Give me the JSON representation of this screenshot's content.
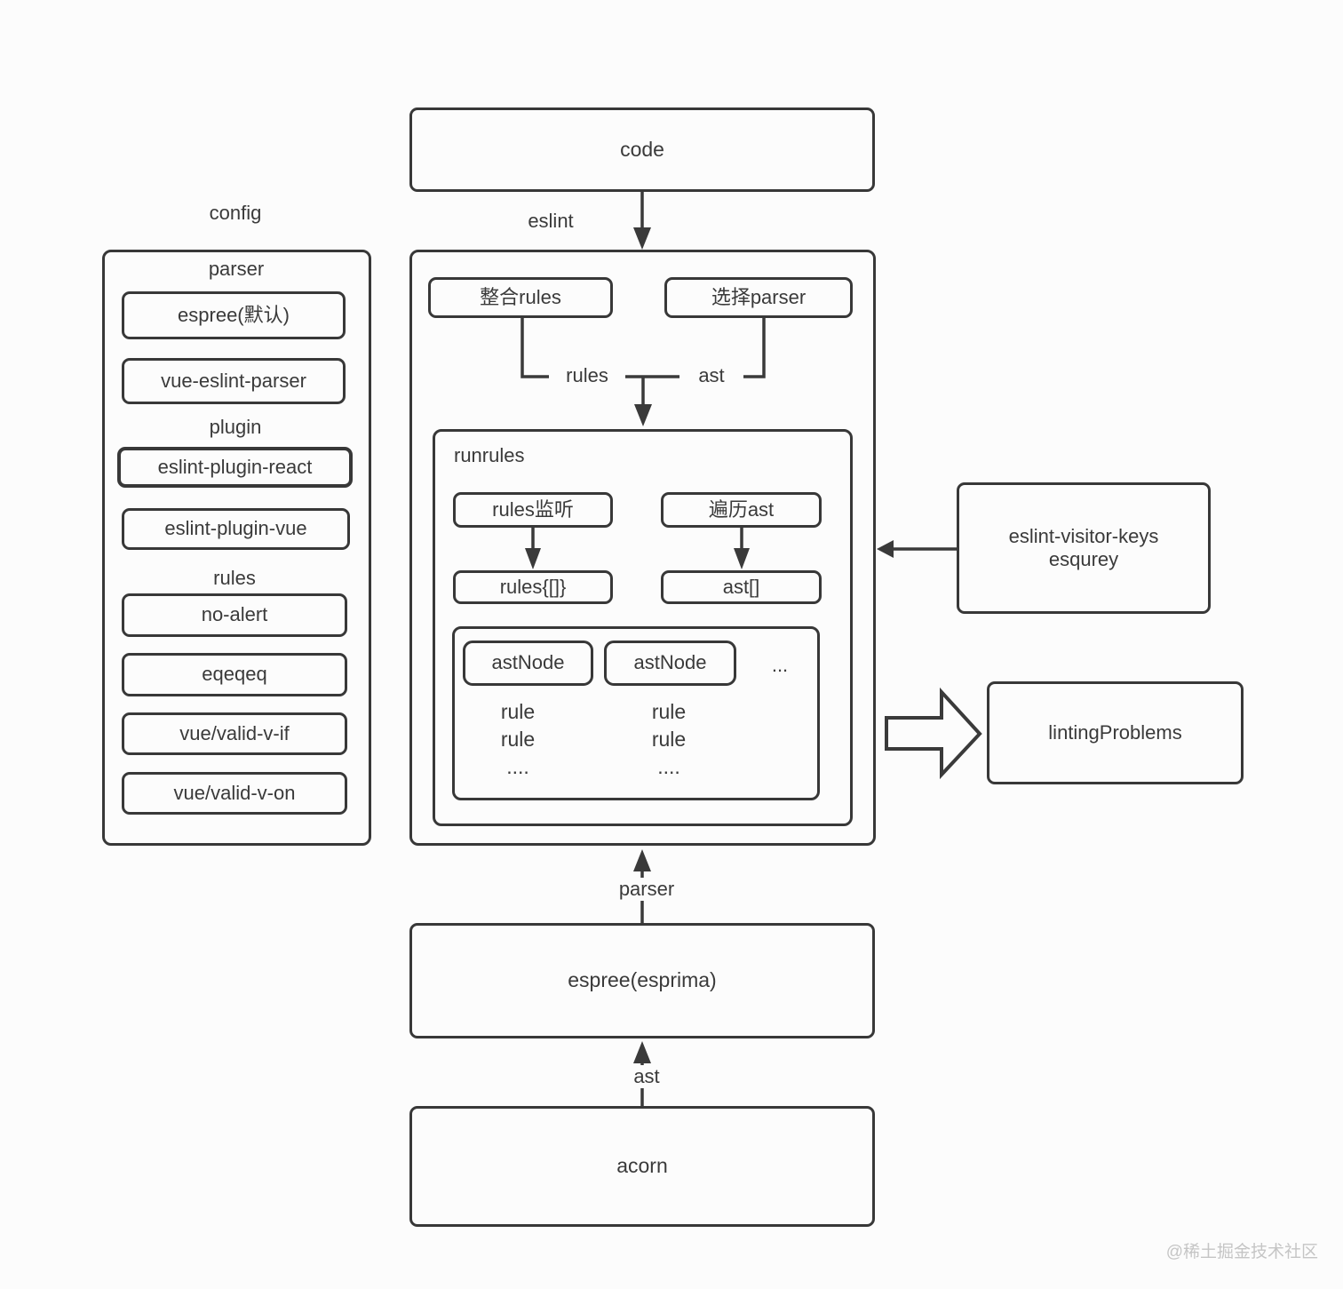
{
  "flow": {
    "code_label": "code",
    "eslint_edge_label": "eslint",
    "parser_edge_label": "parser",
    "ast_edge_label": "ast",
    "espree_label": "espree(esprima)",
    "acorn_label": "acorn"
  },
  "config_panel": {
    "title": "config",
    "parser_section_label": "parser",
    "parser_items": [
      "espree(默认)",
      "vue-eslint-parser"
    ],
    "plugin_section_label": "plugin",
    "plugin_items": [
      "eslint-plugin-react",
      "eslint-plugin-vue"
    ],
    "rules_section_label": "rules",
    "rules_items": [
      "no-alert",
      "eqeqeq",
      "vue/valid-v-if",
      "vue/valid-v-on"
    ]
  },
  "eslint_box": {
    "integrate_rules_label": "整合rules",
    "select_parser_label": "选择parser",
    "rules_edge_label": "rules",
    "ast_edge_label": "ast",
    "runrules": {
      "title": "runrules",
      "rules_listen_label": "rules监听",
      "traverse_ast_label": "遍历ast",
      "rules_map_label": "rules{[]}",
      "ast_array_label": "ast[]",
      "ast_node_area": {
        "node_labels": [
          "astNode",
          "astNode"
        ],
        "ellipsis": "...",
        "col1": [
          "rule",
          "rule",
          "...."
        ],
        "col2": [
          "rule",
          "rule",
          "...."
        ]
      }
    }
  },
  "side": {
    "visitor_keys_line1": "eslint-visitor-keys",
    "visitor_keys_line2": "esqurey",
    "linting_problems_label": "lintingProblems"
  },
  "watermark": "@稀土掘金技术社区",
  "colors": {
    "line": "#3a3a3a",
    "border": "#383838",
    "text": "#3a3a3a",
    "background": "#fcfcfc",
    "watermark": "#c5c5c5"
  }
}
